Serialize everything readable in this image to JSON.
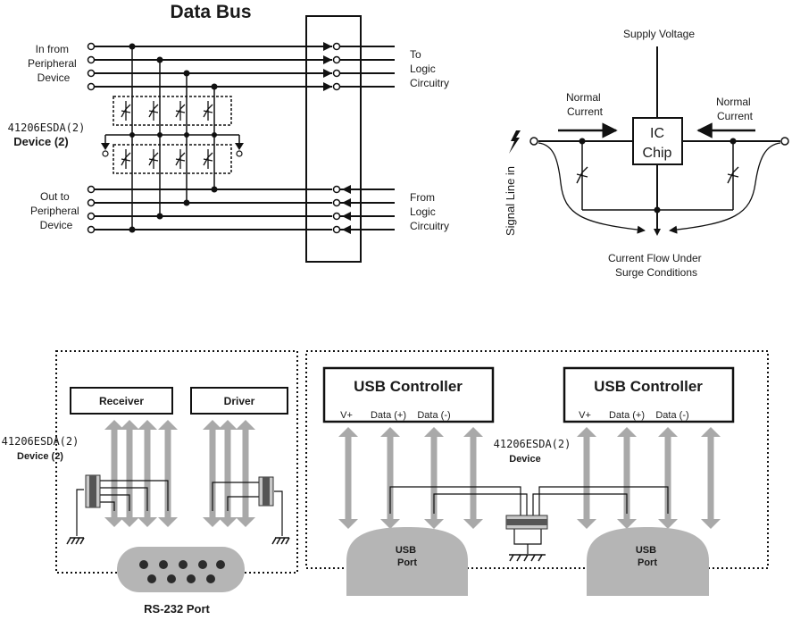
{
  "data_bus": {
    "title": "Data Bus",
    "in_from": [
      "In from",
      "Peripheral",
      "Device"
    ],
    "to_logic": [
      "To",
      "Logic",
      "Circuitry"
    ],
    "out_to": [
      "Out to",
      "Peripheral",
      "Device"
    ],
    "from_logic": [
      "From",
      "Logic",
      "Circuitry"
    ],
    "device_part": "41206ESDA(2)",
    "device_label": "Device (2)"
  },
  "ic_diagram": {
    "supply": "Supply Voltage",
    "ic_line1": "IC",
    "ic_line2": "Chip",
    "normal_current_left": [
      "Normal",
      "Current"
    ],
    "normal_current_right": [
      "Normal",
      "Current"
    ],
    "signal_line": "Signal Line in",
    "surge": [
      "Current Flow Under",
      "Surge Conditions"
    ]
  },
  "rs232": {
    "receiver": "Receiver",
    "driver": "Driver",
    "device_part": "41206ESDA(2)",
    "device_label": "Device (2)",
    "port_label": "RS-232 Port"
  },
  "usb": {
    "controller_left": {
      "title": "USB Controller",
      "v": "V+",
      "dp": "Data (+)",
      "dm": "Data (-)"
    },
    "controller_right": {
      "title": "USB Controller",
      "v": "V+",
      "dp": "Data (+)",
      "dm": "Data (-)"
    },
    "device_part": "41206ESDA(2)",
    "device_label": "Device",
    "port_left": [
      "USB",
      "Port"
    ],
    "port_right": [
      "USB",
      "Port"
    ]
  }
}
